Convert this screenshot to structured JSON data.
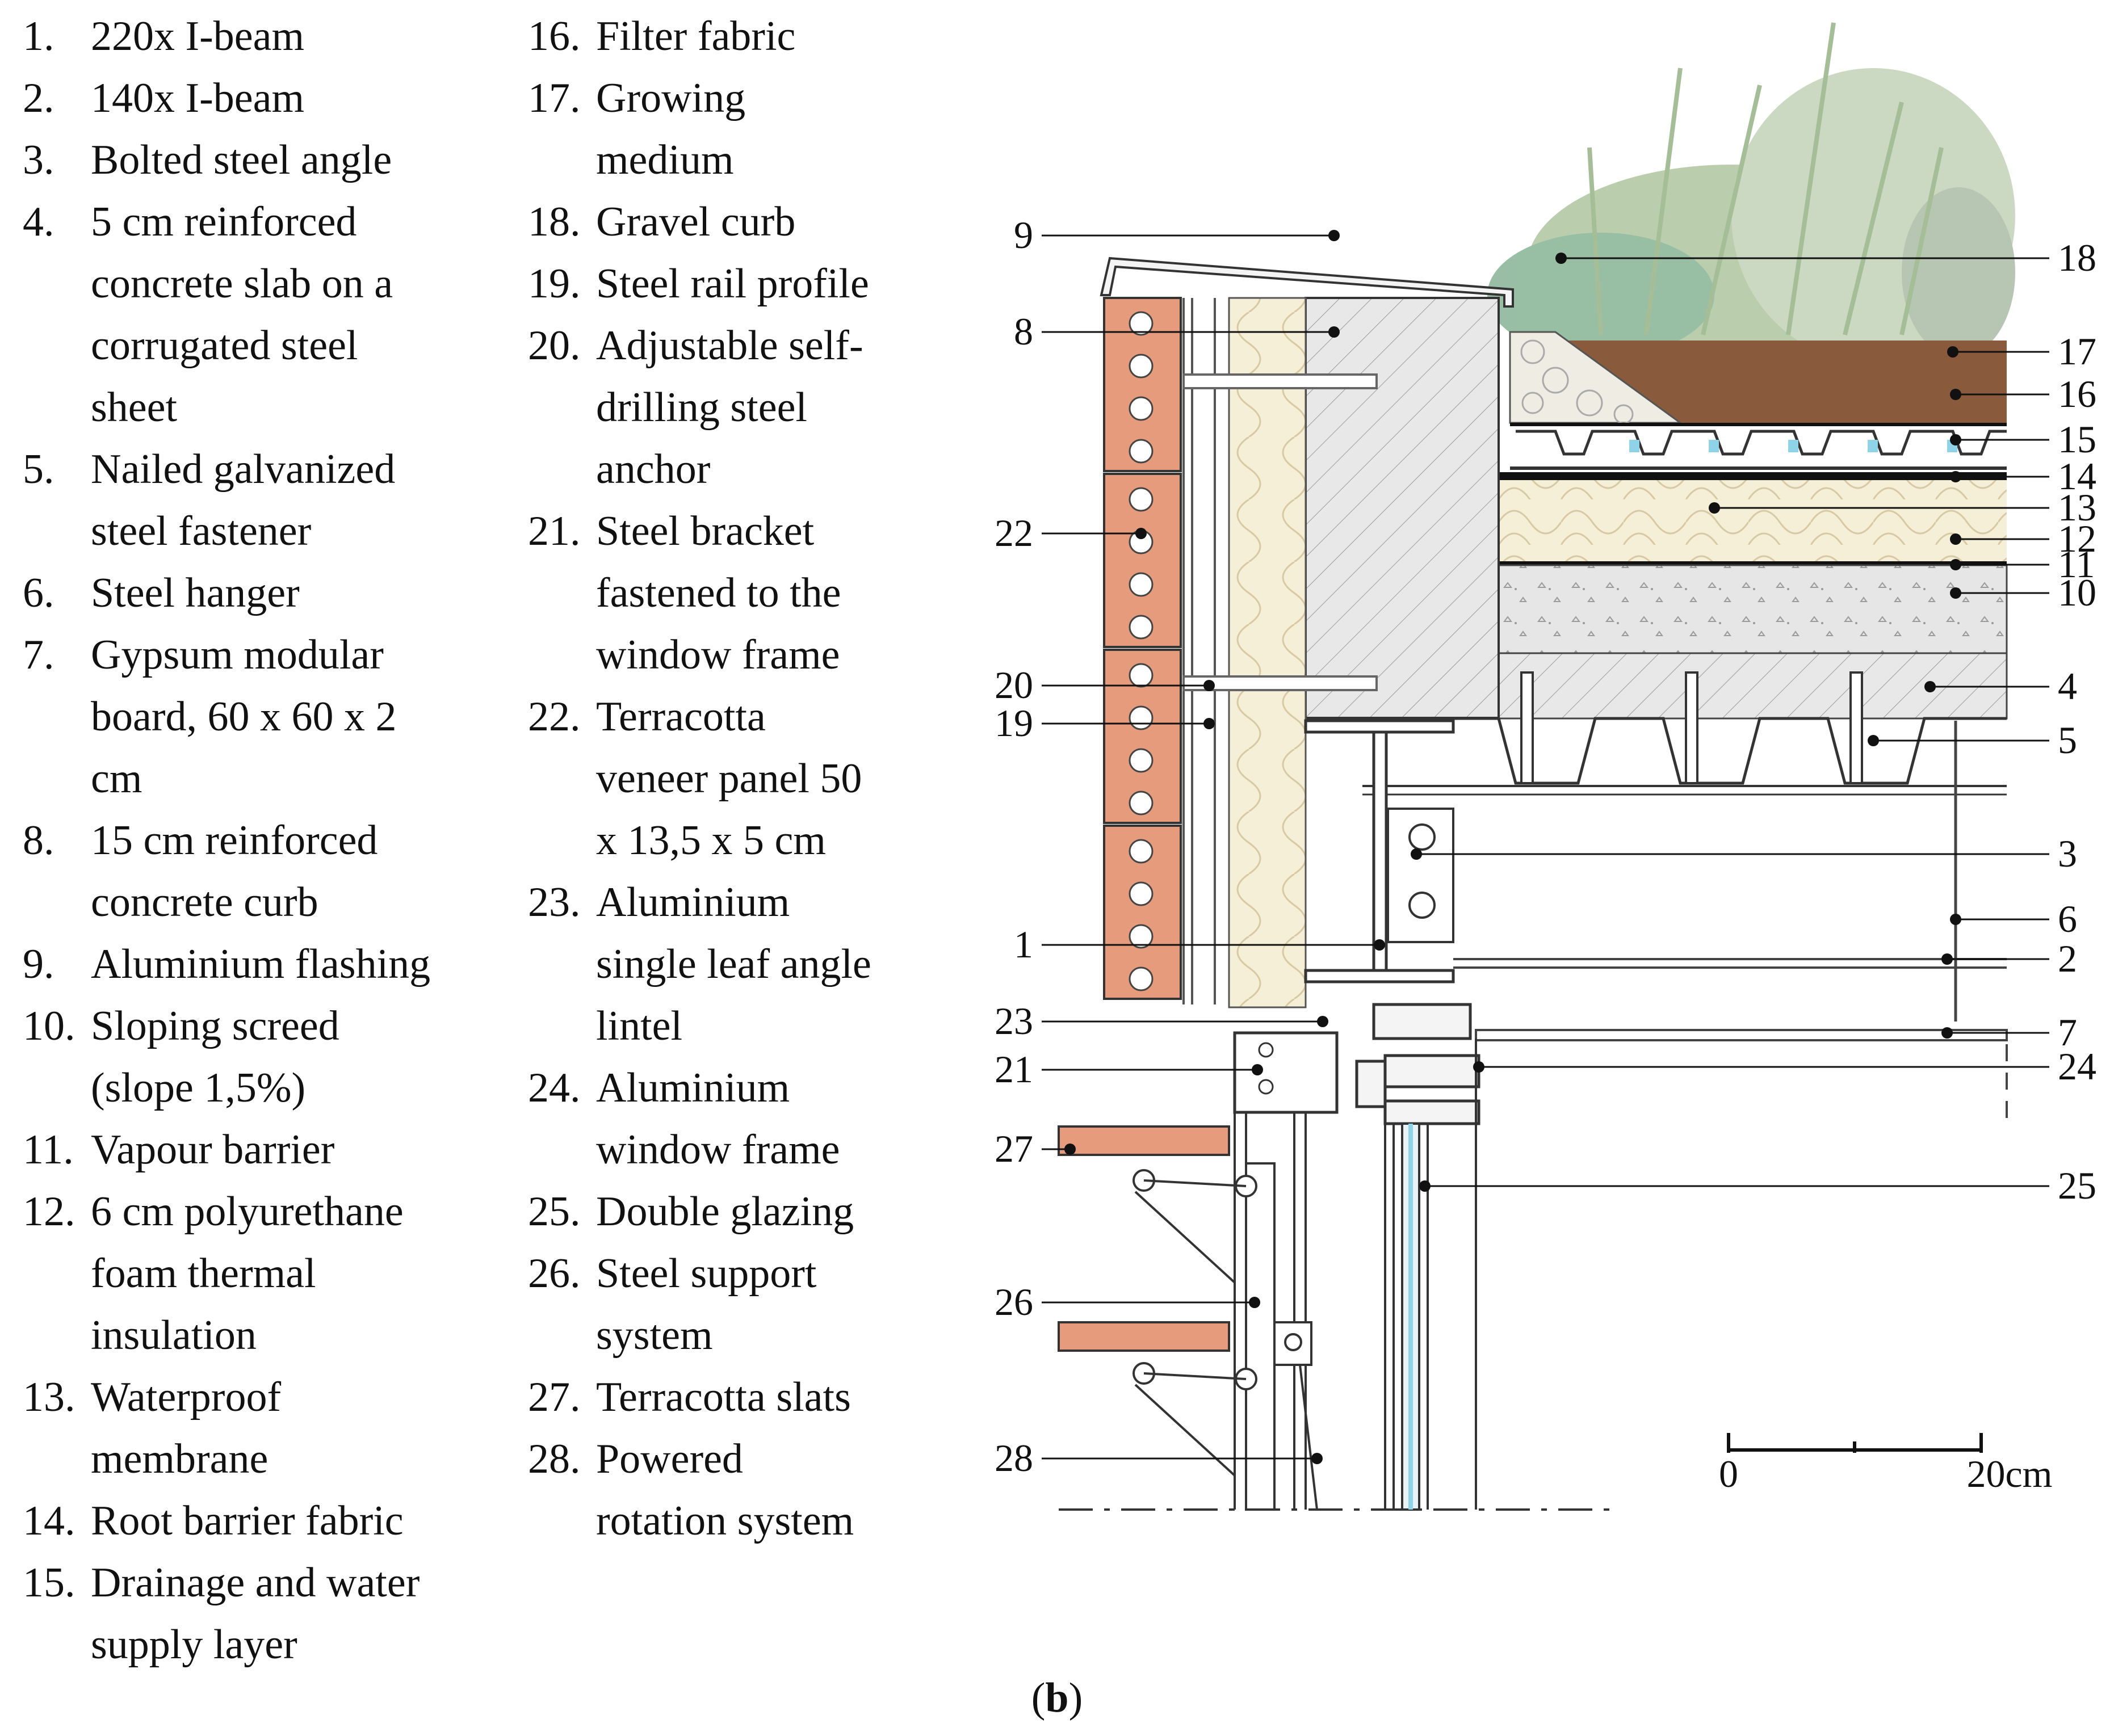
{
  "legend": [
    {
      "num": "1.",
      "lines": [
        "220x I-beam"
      ]
    },
    {
      "num": "2.",
      "lines": [
        "140x I-beam"
      ]
    },
    {
      "num": "3.",
      "lines": [
        "Bolted steel angle"
      ]
    },
    {
      "num": "4.",
      "lines": [
        "5 cm reinforced",
        "concrete slab on a",
        "corrugated steel",
        "sheet"
      ]
    },
    {
      "num": "5.",
      "lines": [
        "Nailed galvanized",
        "steel fastener"
      ]
    },
    {
      "num": "6.",
      "lines": [
        "Steel hanger"
      ]
    },
    {
      "num": "7.",
      "lines": [
        "Gypsum modular",
        "board, 60 x 60 x 2",
        "cm"
      ]
    },
    {
      "num": "8.",
      "lines": [
        "15 cm reinforced",
        "concrete curb"
      ]
    },
    {
      "num": "9.",
      "lines": [
        "Aluminium flashing"
      ]
    },
    {
      "num": "10.",
      "lines": [
        "Sloping screed",
        "(slope 1,5%)"
      ]
    },
    {
      "num": "11.",
      "lines": [
        "Vapour barrier"
      ]
    },
    {
      "num": "12.",
      "lines": [
        "6 cm polyurethane",
        "foam thermal",
        "insulation"
      ]
    },
    {
      "num": "13.",
      "lines": [
        "Waterproof",
        "membrane"
      ]
    },
    {
      "num": "14.",
      "lines": [
        "Root barrier fabric"
      ]
    },
    {
      "num": "15.",
      "lines": [
        "Drainage and water",
        "supply layer"
      ]
    },
    {
      "num": "16.",
      "lines": [
        "Filter fabric"
      ]
    },
    {
      "num": "17.",
      "lines": [
        "Growing",
        "medium"
      ]
    },
    {
      "num": "18.",
      "lines": [
        "Gravel curb"
      ]
    },
    {
      "num": "19.",
      "lines": [
        "Steel rail profile"
      ]
    },
    {
      "num": "20.",
      "lines": [
        "Adjustable self-",
        "drilling steel",
        "anchor"
      ]
    },
    {
      "num": "21.",
      "lines": [
        "Steel bracket",
        "fastened to the",
        "window frame"
      ]
    },
    {
      "num": "22.",
      "lines": [
        "Terracotta",
        "veneer panel 50",
        "x 13,5 x 5 cm"
      ]
    },
    {
      "num": "23.",
      "lines": [
        "Aluminium",
        "single leaf angle",
        "lintel"
      ]
    },
    {
      "num": "24.",
      "lines": [
        "Aluminium",
        "window frame"
      ]
    },
    {
      "num": "25.",
      "lines": [
        "Double glazing"
      ]
    },
    {
      "num": "26.",
      "lines": [
        "Steel support",
        "system"
      ]
    },
    {
      "num": "27.",
      "lines": [
        "Terracotta slats"
      ]
    },
    {
      "num": "28.",
      "lines": [
        "Powered",
        "rotation system"
      ]
    }
  ],
  "callouts_left": [
    "9",
    "8",
    "22",
    "20",
    "19",
    "1",
    "23",
    "21",
    "27",
    "26",
    "28"
  ],
  "callouts_right": [
    "18",
    "17",
    "16",
    "15",
    "14",
    "13",
    "12",
    "11",
    "10",
    "4",
    "5",
    "3",
    "6",
    "2",
    "7",
    "24",
    "25"
  ],
  "scale_bar": {
    "start": "0",
    "end": "20cm"
  },
  "caption": {
    "open": "(",
    "letter": "b",
    "close": ")"
  },
  "colors": {
    "terracotta": "#e59b7c",
    "insulation": "#f6efd8",
    "concrete": "#e6e6e6",
    "soil": "#8a5a3c",
    "gravel": "#efece4",
    "plants": "#9fb890",
    "water": "#8fd3e8"
  }
}
